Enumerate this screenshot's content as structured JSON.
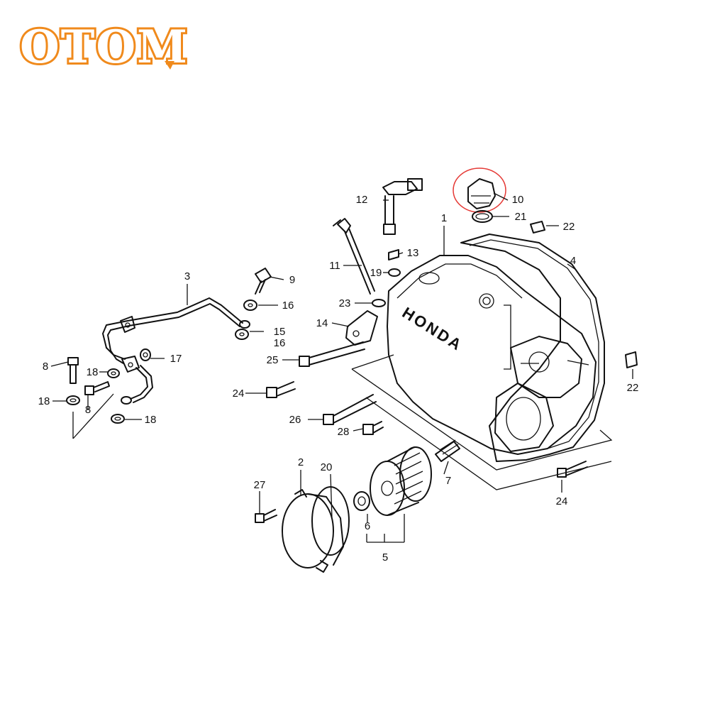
{
  "logo": {
    "text": "OTOM",
    "color": "#f08a1c"
  },
  "cover_brand": "HONDA",
  "highlight": {
    "part": "10",
    "color": "#e53935"
  },
  "callouts": [
    "1",
    "2",
    "3",
    "4",
    "5",
    "6",
    "7",
    "8",
    "8",
    "9",
    "10",
    "11",
    "12",
    "13",
    "14",
    "15",
    "16",
    "16",
    "17",
    "18",
    "18",
    "18",
    "19",
    "20",
    "21",
    "22",
    "22",
    "23",
    "24",
    "24",
    "25",
    "26",
    "27",
    "28"
  ]
}
